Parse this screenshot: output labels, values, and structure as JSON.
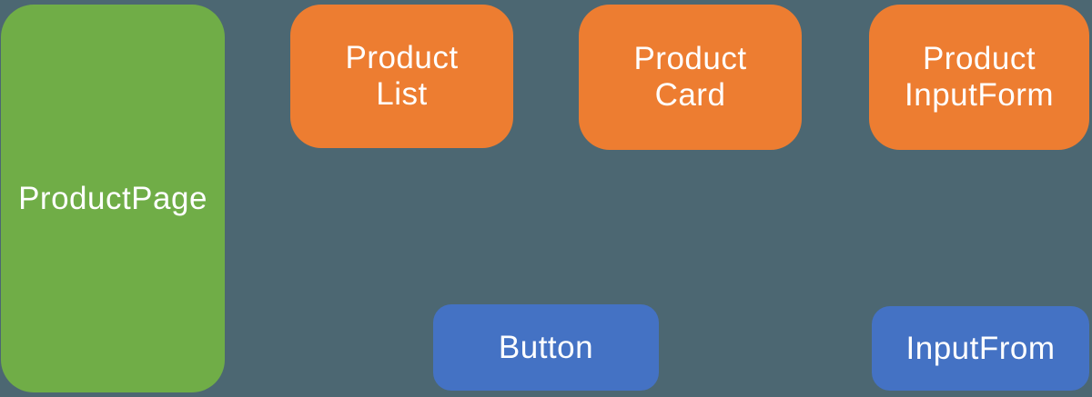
{
  "palette": {
    "background": "#4C6772",
    "green": "#70AD47",
    "orange": "#ED7D31",
    "blue": "#4472C4",
    "text": "#FFFFFF"
  },
  "diagram": {
    "nodes": [
      {
        "id": "product-page",
        "label": "ProductPage",
        "color": "#70AD47"
      },
      {
        "id": "product-list",
        "label": "Product\nList",
        "color": "#ED7D31"
      },
      {
        "id": "product-card",
        "label": "Product\nCard",
        "color": "#ED7D31"
      },
      {
        "id": "product-input-form",
        "label": "Product\nInputForm",
        "color": "#ED7D31"
      },
      {
        "id": "button",
        "label": "Button",
        "color": "#4472C4"
      },
      {
        "id": "input-from",
        "label": "InputFrom",
        "color": "#4472C4"
      }
    ]
  }
}
